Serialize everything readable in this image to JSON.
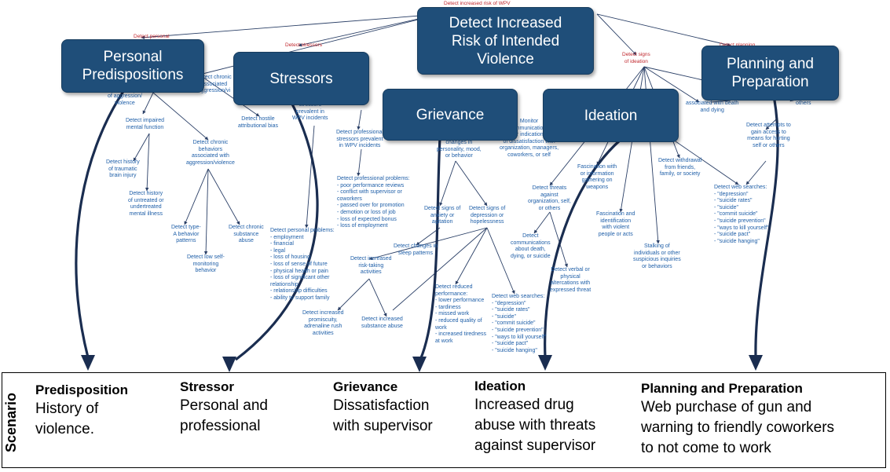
{
  "top_label": "Detect increased risk of WPV",
  "header_boxes": [
    {
      "id": "personal",
      "label": "Personal\nPredispositions"
    },
    {
      "id": "stressors",
      "label": "Stressors"
    },
    {
      "id": "main",
      "label": "Detect Increased\nRisk of Intended\nViolence"
    },
    {
      "id": "grievance",
      "label": "Grievance"
    },
    {
      "id": "ideation",
      "label": "Ideation"
    },
    {
      "id": "planning",
      "label": "Planning and\nPreparation"
    }
  ],
  "red_labels": [
    {
      "id": "detect-personal",
      "text": "Detect personal"
    },
    {
      "id": "detect-stressors",
      "text": "Detect stressors"
    },
    {
      "id": "detect-signs-ideation",
      "text": "Detect signs\nof ideation"
    },
    {
      "id": "detect-planning",
      "text": "Detect planning"
    }
  ],
  "nodes": [
    {
      "id": "n1",
      "text": "of aggression/\nviolence"
    },
    {
      "id": "n2",
      "text": "Detect chronic\nassociated\naggression/vi"
    },
    {
      "id": "n3",
      "text": "Detect impaired\nmental function"
    },
    {
      "id": "n4",
      "text": "Detect hostile\nattributional bias"
    },
    {
      "id": "n5",
      "text": "Detect chronic\nbehaviors\nassociated with\naggression/violence"
    },
    {
      "id": "n6",
      "text": "Detect history\nof traumatic\nbrain injury"
    },
    {
      "id": "n7",
      "text": "Detect history\nof untreated or\nundertreated\nmental illness"
    },
    {
      "id": "n8",
      "text": "Detect type-\nA behavior\npatterns"
    },
    {
      "id": "n9",
      "text": "Detect chronic\nsubstance\nabuse"
    },
    {
      "id": "n10",
      "text": "Detect low self-\nmonitoring\nbehavior"
    },
    {
      "id": "n11",
      "text": "stressors\nprevalent in\nWPV incidents"
    },
    {
      "id": "n12",
      "text": "Detect professional\nstressors prevalent\nin WPV incidents"
    },
    {
      "id": "n13",
      "text": "Detect personal problems:\n- employment\n- financial\n- legal\n- loss of housing\n- loss of sense of future\n- physical health or pain\n- loss of significant other\nrelationship\n- relationship difficulties\n- ability to support family"
    },
    {
      "id": "n14",
      "text": "Detect professional problems:\n- poor performance reviews\n- conflict with supervisor or\ncoworkers\n- passed over for promotion\n- demotion or  loss of job\n- loss of expected  bonus\n- loss of employment"
    },
    {
      "id": "n15",
      "text": "Detect increased\nrisk-taking\nactivities"
    },
    {
      "id": "n16",
      "text": "Detect increased\npromiscuity,\nadrenaline rush\nactivities"
    },
    {
      "id": "n17",
      "text": "Detect  increased\nsubstance abuse"
    },
    {
      "id": "n18",
      "text": "changes in\npersonality, mood,\nor behavior"
    },
    {
      "id": "n19",
      "text": "Detect signs of\nanxiety or\nagitation"
    },
    {
      "id": "n20",
      "text": "Detect signs of\ndepression or\nhopelessness"
    },
    {
      "id": "n21",
      "text": "Detect changes in\nsleep patterns"
    },
    {
      "id": "n22",
      "text": "Detect reduced\nperformance:\n- lower performance\n- tardiness\n- missed work\n- reduced quality of\nwork\n- increased tiredness\nat work"
    },
    {
      "id": "n23",
      "text": "Detect web searches:\n- \"depression\"\n- \"suicide rates\"\n- \"suicide\"\n- \"commit suicide\"\n- \"suicide prevention\"\n- \"ways to kill yourself\"\n- \"suicide pact\"\n- \"suicide hanging\""
    },
    {
      "id": "n24",
      "text": "Monitor\ncommunications\nfor indications\nof dissatisfaction with\norganization, managers,\ncoworkers, or self"
    },
    {
      "id": "n25",
      "text": "Detect threats\nagainst\norganization, self,\nor others"
    },
    {
      "id": "n26",
      "text": "Fascination with\nor information\ngathering on\nweapons"
    },
    {
      "id": "n27",
      "text": "Detect\ncommunications\nabout death,\ndying, or suicide"
    },
    {
      "id": "n28",
      "text": "Detect verbal or\nphysical\naltercations with\nexpressed threat"
    },
    {
      "id": "n29",
      "text": "Fascination and\nidentification\nwith violent\npeople or acts"
    },
    {
      "id": "n30",
      "text": "Stalking of\nindividuals or other\nsuspicious inquiries\nor behaviors"
    },
    {
      "id": "n31",
      "text": "Detect withdrawal\nfrom friends,\nfamily, or society"
    },
    {
      "id": "n32",
      "text": "associated with death\nand dying"
    },
    {
      "id": "n33",
      "text": "others"
    },
    {
      "id": "n34",
      "text": "Detect attempts to\ngain access to\nmeans for hurting\nself or others"
    },
    {
      "id": "n35",
      "text": "Detect web searches:\n- \"depression\"\n- \"suicide rates\"\n- \"suicide\"\n- \"commit suicide\"\n- \"suicide prevention\"\n- \"ways to kill yourself\"\n- \"suicide pact\"\n- \"suicide hanging\""
    }
  ],
  "scenario": {
    "label": "Scenario",
    "columns": [
      {
        "title": "Predisposition",
        "desc": "History of\n violence."
      },
      {
        "title": "Stressor",
        "desc": "Personal and\nprofessional"
      },
      {
        "title": "Grievance",
        "desc": "Dissatisfaction\nwith supervisor"
      },
      {
        "title": "Ideation",
        "desc": "Increased drug\nabuse with threats\nagainst supervisor"
      },
      {
        "title": "Planning and Preparation",
        "desc": "Web purchase of gun and\nwarning to friendly coworkers\nto not come to work"
      }
    ]
  },
  "colors": {
    "box": "#1f4e79",
    "node_text": "#1f5fa8",
    "red_text": "#c0272d",
    "arrow": "#1a2d50",
    "line": "#2a3f66"
  }
}
